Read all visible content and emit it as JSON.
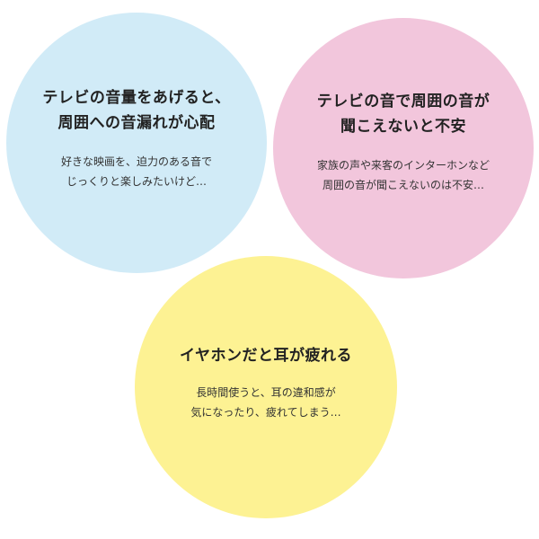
{
  "bubbles": [
    {
      "title_lines": [
        "テレビの音量をあげると、",
        "周囲への音漏れが心配"
      ],
      "desc_lines": [
        "好きな映画を、迫力のある音で",
        "じっくりと楽しみたいけど…"
      ],
      "color": "#d1ebf7"
    },
    {
      "title_lines": [
        "テレビの音で周囲の音が",
        "聞こえないと不安"
      ],
      "desc_lines": [
        "家族の声や来客のインターホンなど",
        "周囲の音が聞こえないのは不安…"
      ],
      "color": "#f2c6dc"
    },
    {
      "title_lines": [
        "イヤホンだと耳が疲れる"
      ],
      "desc_lines": [
        "長時間使うと、耳の違和感が",
        "気になったり、疲れてしまう…"
      ],
      "color": "#fdf293"
    }
  ]
}
